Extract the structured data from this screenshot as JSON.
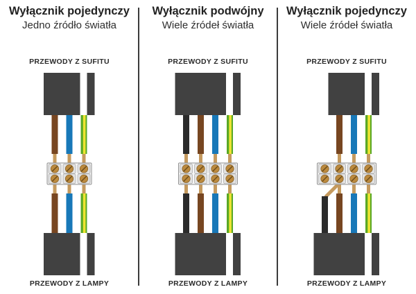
{
  "panels": [
    {
      "title": "Wyłącznik pojedynczy",
      "subtitle": "Jedno źródło światła",
      "top_label": "PRZEWODY Z SUFITU",
      "bottom_label": "PRZEWODY Z LAMPY",
      "terminal_slots": 3,
      "top_wires": [
        {
          "color": "brown",
          "slot": 1
        },
        {
          "color": "blue",
          "slot": 2
        },
        {
          "color": "green_yellow",
          "slot": 3
        }
      ],
      "bottom_wires": [
        {
          "color": "brown",
          "slot": 1
        },
        {
          "color": "blue",
          "slot": 2
        },
        {
          "color": "green_yellow",
          "slot": 3
        }
      ]
    },
    {
      "title": "Wyłącznik podwójny",
      "subtitle": "Wiele źródeł światła",
      "top_label": "PRZEWODY Z SUFITU",
      "bottom_label": "PRZEWODY Z LAMPY",
      "terminal_slots": 4,
      "top_wires": [
        {
          "color": "black",
          "slot": 1
        },
        {
          "color": "brown",
          "slot": 2
        },
        {
          "color": "blue",
          "slot": 3
        },
        {
          "color": "green_yellow",
          "slot": 4
        }
      ],
      "bottom_wires": [
        {
          "color": "black",
          "slot": 1
        },
        {
          "color": "brown",
          "slot": 2
        },
        {
          "color": "blue",
          "slot": 3
        },
        {
          "color": "green_yellow",
          "slot": 4
        }
      ]
    },
    {
      "title": "Wyłącznik pojedynczy",
      "subtitle": "Wiele źródeł światła",
      "top_label": "PRZEWODY Z SUFITU",
      "bottom_label": "PRZEWODY Z LAMPY",
      "terminal_slots": 4,
      "top_wires": [
        {
          "color": "brown",
          "slot": 2
        },
        {
          "color": "blue",
          "slot": 3
        },
        {
          "color": "green_yellow",
          "slot": 4
        }
      ],
      "bottom_wires": [
        {
          "color": "black",
          "slot": 1,
          "jumper_to": 2
        },
        {
          "color": "brown",
          "slot": 2
        },
        {
          "color": "blue",
          "slot": 3
        },
        {
          "color": "green_yellow",
          "slot": 4
        }
      ]
    }
  ],
  "colors": {
    "background": "#ffffff",
    "divider": "#3a3a3a",
    "cable_block": "#414141",
    "copper": "#c59a5e",
    "terminal_body": "#f7f7f7",
    "terminal_cell": "#e2e2e2",
    "terminal_border": "#8f8f8f",
    "terminal_cell_border": "#a6a6a6",
    "screw": "#bc8a3e",
    "screw_edge": "#8a6328",
    "screw_slot": "#6e4e1c",
    "title_text": "#222222",
    "subtitle_text": "#2e2e2e",
    "label_text": "#2a2a2a",
    "wires": {
      "brown": "#774621",
      "blue": "#1878b8",
      "black": "#2b2b2b",
      "green_yellow": [
        "#5aa826",
        "#efe431"
      ]
    }
  }
}
